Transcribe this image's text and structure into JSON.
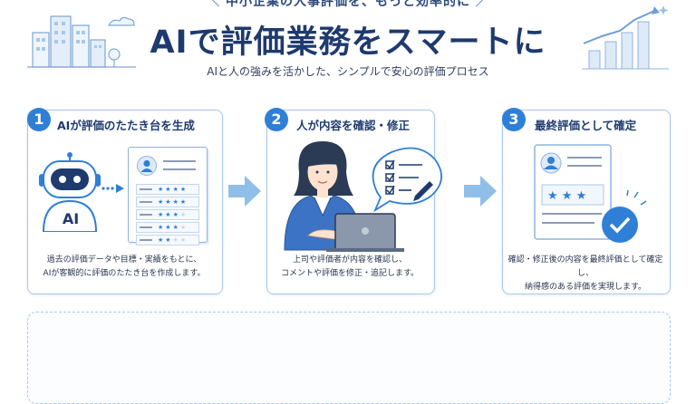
{
  "header": {
    "tagline": "中小企業の人事評価を、もっと効率的に",
    "title": "AIで評価業務をスマートに",
    "subtitle": "AIと人の強みを活かした、シンプルで安心の評価プロセス"
  },
  "steps": [
    {
      "number": "1",
      "title": "AIが評価のたたき台を生成",
      "robot_label": "AI",
      "desc_line1": "過去の評価データや目標・実績をもとに、",
      "desc_line2": "AIが客観的に評価のたたき台を作成します。",
      "star_ratings": [
        4,
        4,
        3,
        3,
        2
      ]
    },
    {
      "number": "2",
      "title": "人が内容を確認・修正",
      "desc_line1": "上司や評価者が内容を確認し、",
      "desc_line2": "コメントや評価を修正・追記します。"
    },
    {
      "number": "3",
      "title": "最終評価として確定",
      "desc_line1": "確認・修正後の内容を最終評価として確定し、",
      "desc_line2": "納得感のある評価を実現します。",
      "star_rating": 3
    }
  ],
  "colors": {
    "accent": "#2f7fd6",
    "title": "#1e3a6e",
    "card_border": "#a9c8ea",
    "arrow": "#8fbfe8"
  }
}
